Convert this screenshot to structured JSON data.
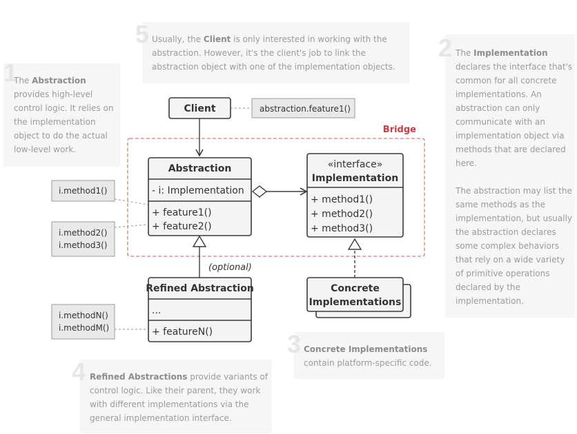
{
  "notes": {
    "n1": {
      "number": "1",
      "pre": "The ",
      "bold": "Abstraction",
      "post": " provides high-level control logic. It relies on the implementation object to do the actual low-level work."
    },
    "n2": {
      "number": "2",
      "pre": "The ",
      "bold": "Implementation",
      "post": " declares the interface that's common for all concrete implementations. An abstraction can only communicate with an implementation object via methods that are declared here.",
      "para2": "The abstraction may list the same methods as the implementation, but usually the abstraction declares some complex behaviors that rely on a wide variety of primitive operations declared by the implementation."
    },
    "n3": {
      "number": "3",
      "bold": "Concrete Implementations",
      "post": " contain platform-specific code."
    },
    "n4": {
      "number": "4",
      "bold": "Refined Abstractions",
      "post": " provide variants of control logic. Like their parent, they work with different implementations via the general implementation interface."
    },
    "n5": {
      "number": "5",
      "pre": "Usually, the ",
      "bold": "Client",
      "post": " is only interested in working with the abstraction. However, it's the client's job to link the abstraction object with one of the implementation objects."
    }
  },
  "uml": {
    "client": "Client",
    "client_note": "abstraction.feature1()",
    "bridge_label": "Bridge",
    "abstraction": {
      "name": "Abstraction",
      "field": "- i: Implementation",
      "methods": [
        "+ feature1()",
        "+ feature2()"
      ]
    },
    "implementation": {
      "stereotype": "«interface»",
      "name": "Implementation",
      "methods": [
        "+ method1()",
        "+ method2()",
        "+ method3()"
      ]
    },
    "refined": {
      "name": "Refined Abstraction",
      "field": "...",
      "method": "+ featureN()"
    },
    "concrete": {
      "line1": "Concrete",
      "line2": "Implementations"
    },
    "optional_label": "(optional)",
    "side_notes": {
      "a": "i.method1()",
      "b": [
        "i.method2()",
        "i.method3()"
      ],
      "c": [
        "i.methodN()",
        "i.methodM()"
      ]
    }
  },
  "colors": {
    "stroke": "#3a3a3a",
    "box_fill": "#f4f4f4",
    "note_fill": "#e9e9e9",
    "bridge_red": "#d0393e",
    "dash_gray": "#aaaaaa"
  }
}
